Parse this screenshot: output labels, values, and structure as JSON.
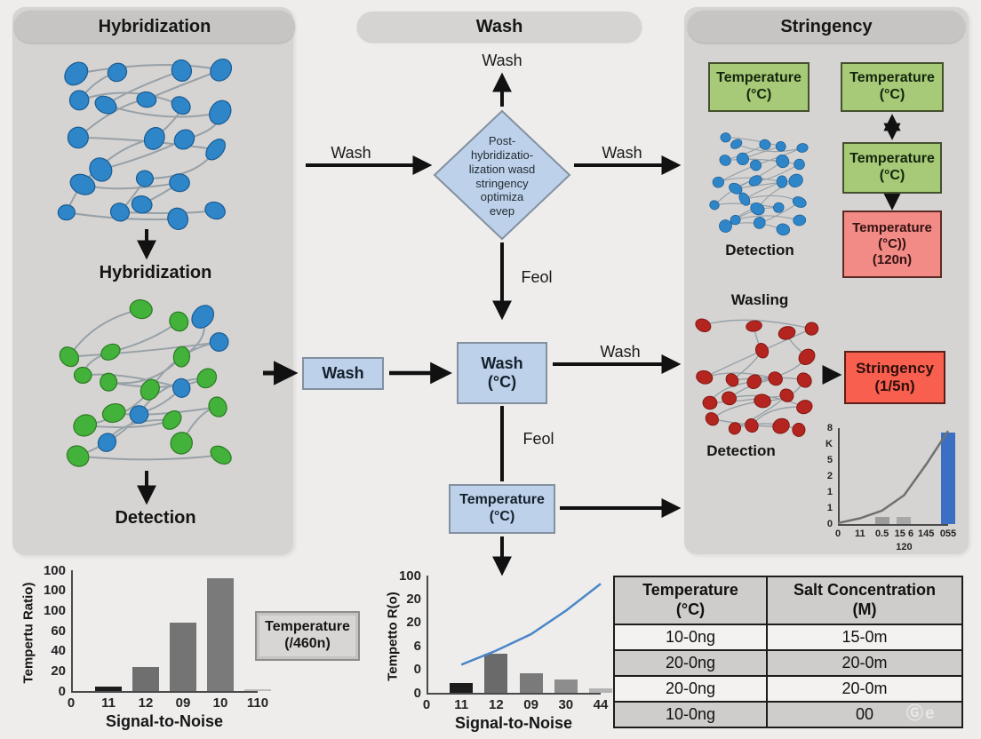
{
  "left_panel": {
    "header": "Hybridization",
    "hybridization_label": "Hybridization",
    "detection_label": "Detection"
  },
  "middle": {
    "header": "Wash",
    "top_arrow_label": "Wash",
    "diamond_text": "Post-\nhybridizatio-\nlization wasd\nstringency\noptimiza\nevep",
    "arrow_in_label": "Wash",
    "arrow_out_label": "Wash",
    "feol_upper": "Feol",
    "feol_lower": "Feol",
    "wash_box": "Wash",
    "wash_c_box": "Wash\n(°C)",
    "temp_box": "Temperature\n(°C)",
    "wash_right_label": "Wash"
  },
  "right_panel": {
    "header": "Stringency",
    "green_box_1": "Temperature\n(°C)",
    "green_box_2": "Temperature\n(°C)",
    "green_box_3": "Temperature\n(°C)",
    "pink_box": "Temperature\n(°C))\n(120n)",
    "detection_top": "Detection",
    "wasling_label": "Wasling",
    "stringency_box": "Stringency\n(1/5n)",
    "detection_bottom": "Detection"
  },
  "gray_box": "Temperature\n(/460n)",
  "table": {
    "headers": [
      "Temperature\n(°C)",
      "Salt Concentration\n(M)"
    ],
    "rows": [
      [
        "10-0ng",
        "15-0m"
      ],
      [
        "20-0ng",
        "20-0m"
      ],
      [
        "20-0ng",
        "20-0m"
      ],
      [
        "10-0ng",
        "00"
      ]
    ]
  },
  "watermark": "Ⓖe",
  "colors": {
    "flow_blue": "#bdd2ea",
    "box_green": "#a6ca77",
    "box_pink": "#f28a85",
    "box_red": "#f95f4f",
    "protein_blue": "#2e86c9",
    "protein_green": "#43b23a",
    "protein_red": "#b3251e",
    "line_blue": "#4a86c8"
  },
  "chart_data": [
    {
      "id": "left_signal_noise",
      "type": "bar",
      "title": "",
      "xlabel": "Signal-to-Noise",
      "ylabel": "Tempertu Ratio)",
      "x_ticks": [
        "0",
        "11",
        "12",
        "09",
        "10",
        "110"
      ],
      "y_ticks_top_to_bottom": [
        "100",
        "100",
        "100",
        "60",
        "40",
        "20",
        "0"
      ],
      "categories": [
        "11",
        "12",
        "09",
        "10",
        "110"
      ],
      "values": [
        4,
        22,
        62,
        103,
        2
      ],
      "ymax": 110,
      "bar_colors": [
        "#1c1c1c",
        "#6f6f6f",
        "#747474",
        "#7a7a7a",
        "#bdbdbd"
      ],
      "grid": false,
      "legend": false
    },
    {
      "id": "middle_signal_noise",
      "type": "bar+line",
      "title": "",
      "xlabel": "Signal-to-Noise",
      "ylabel": "Tempetto R(o)",
      "x_ticks": [
        "0",
        "11",
        "12",
        "09",
        "30",
        "44"
      ],
      "y_ticks_top_to_bottom": [
        "100",
        "20",
        "20",
        "6",
        "0",
        "0"
      ],
      "categories": [
        "11",
        "12",
        "09",
        "30",
        "44"
      ],
      "values": [
        8,
        33,
        17,
        11,
        4
      ],
      "ymax": 100,
      "bar_colors": [
        "#1c1c1c",
        "#6a6a6a",
        "#7a7a7a",
        "#8d8d8d",
        "#b3b3b3"
      ],
      "line": {
        "color": "#4a86c8",
        "values": [
          24,
          36,
          50,
          70,
          93
        ]
      },
      "grid": false,
      "legend": false
    },
    {
      "id": "stringency_inset",
      "type": "bar+line",
      "title": "",
      "xlabel": "",
      "ylabel": "",
      "x_ticks": [
        "0",
        "11",
        "0.5",
        "15 6",
        "145",
        "055"
      ],
      "x_sub_tick": "120",
      "y_ticks_top_to_bottom": [
        "8",
        "K",
        "5",
        "2",
        "1",
        "1",
        "0"
      ],
      "categories": [
        "0",
        "11",
        "0.5",
        "15 6",
        "145",
        "055"
      ],
      "values": [
        0,
        0,
        7,
        7,
        0,
        95
      ],
      "ymax": 100,
      "bar_colors": [
        "#9a9a9a",
        "#9a9a9a",
        "#9b9b9b",
        "#a8a8a8",
        "#9a9a9a",
        "#3a6fc4"
      ],
      "line": {
        "color": "#707070",
        "values": [
          1,
          6,
          14,
          30,
          62,
          97
        ]
      },
      "grid": false,
      "legend": false
    }
  ]
}
